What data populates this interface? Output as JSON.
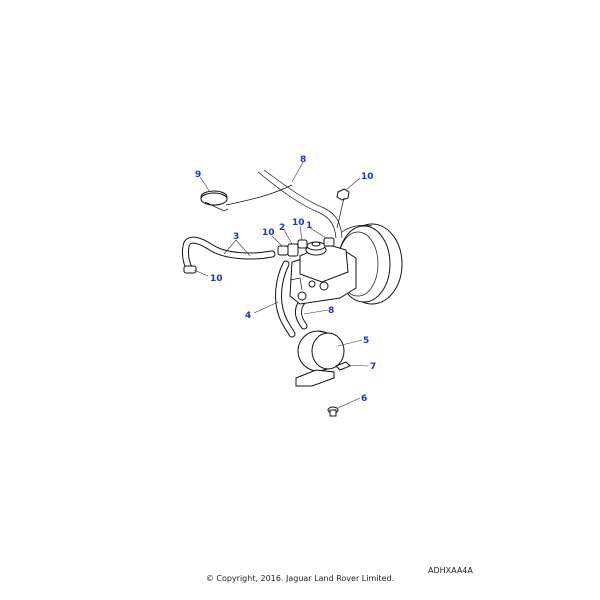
{
  "diagram": {
    "callouts": {
      "c1": "1",
      "c2": "2",
      "c3": "3",
      "c4": "4",
      "c5": "5",
      "c6": "6",
      "c7": "7",
      "c8_top": "8",
      "c8_bottom": "8",
      "c9": "9",
      "c10_top_right": "10",
      "c10_mid": "10",
      "c10_left": "10",
      "c10_bottom": "10"
    },
    "colors": {
      "callout": "#1a33cc",
      "line": "#111111"
    }
  },
  "footer": {
    "reference_code": "ADHXAA4A",
    "copyright": "© Copyright, 2016. Jaguar Land Rover Limited."
  }
}
